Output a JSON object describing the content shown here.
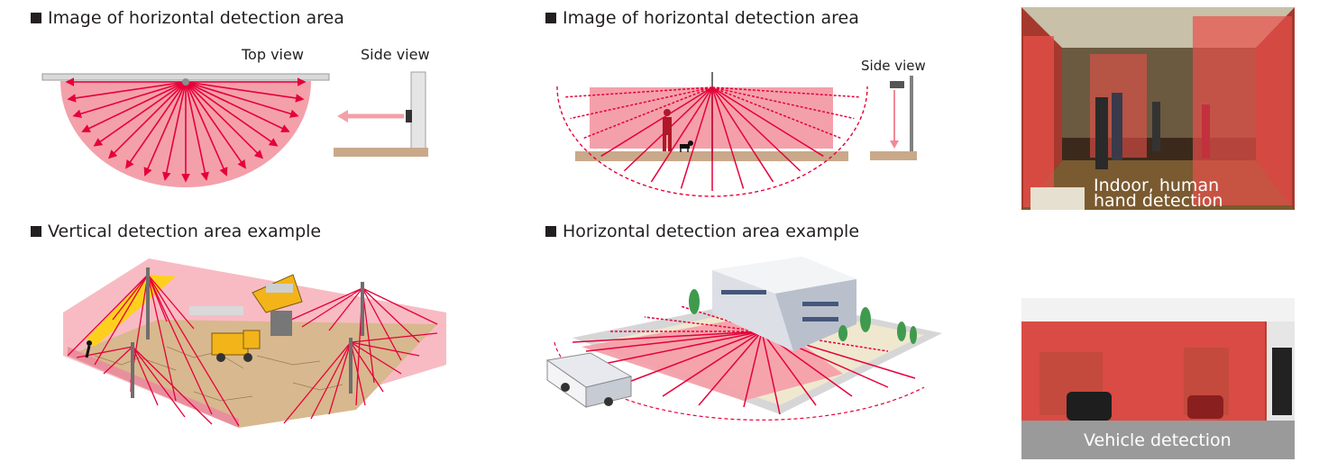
{
  "headings": {
    "h1": "Image of horizontal detection area",
    "h2": "Image of horizontal detection area",
    "h3": "Vertical detection area example",
    "h4": "Horizontal detection area example"
  },
  "labels": {
    "top_view": "Top view",
    "side_view_1": "Side view",
    "side_view_2": "Side view"
  },
  "captions": {
    "indoor_line1": "Indoor, human",
    "indoor_line2": "hand detection",
    "vehicle": "Vehicle detection"
  },
  "colors": {
    "area_fill": "#f4a0aa",
    "arrow": "#e60039",
    "ground": "#c9a98a",
    "heading_square": "#231f20"
  }
}
